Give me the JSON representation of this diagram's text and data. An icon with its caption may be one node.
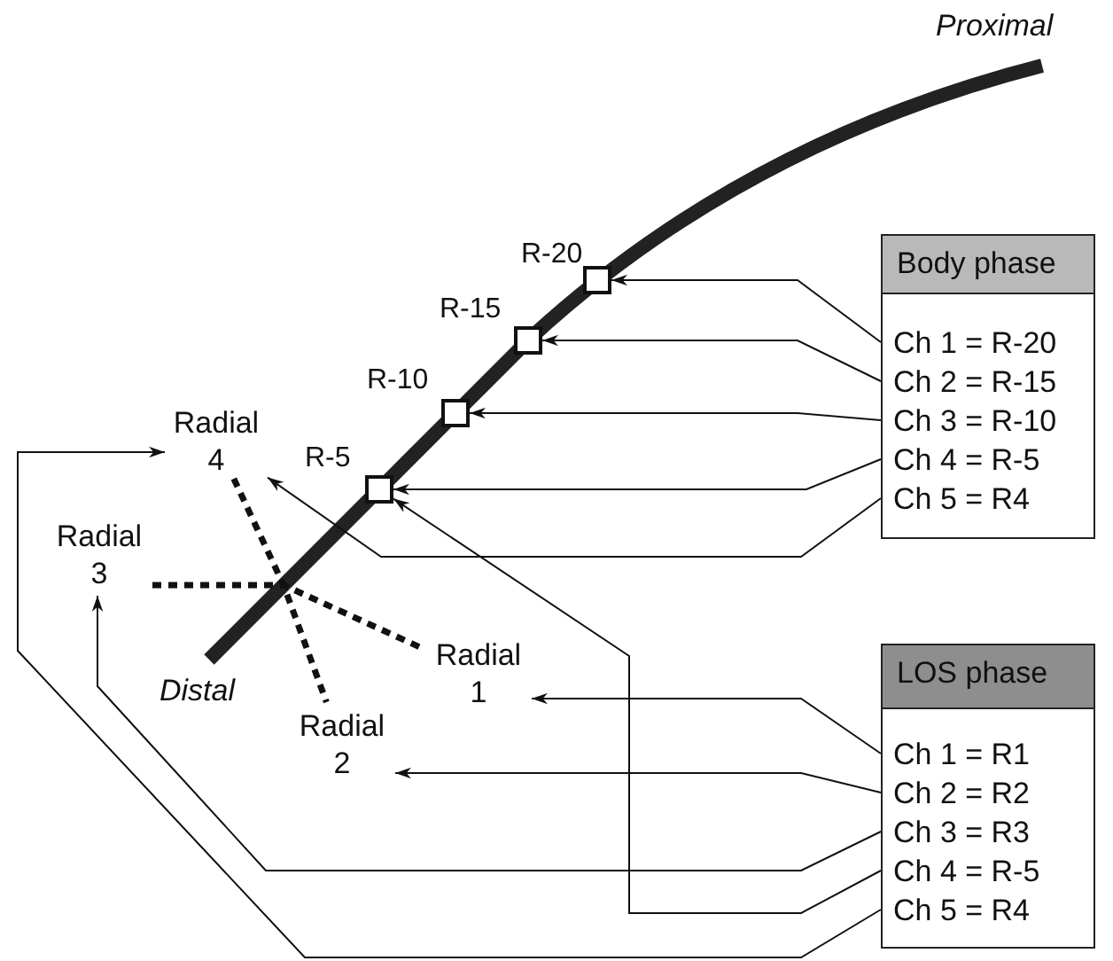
{
  "diagram": {
    "nodes": [
      {
        "text": [],
        "shape": "box",
        "beside": [
          "R-20"
        ]
      },
      {
        "text": [],
        "shape": "box",
        "beside": [
          "R-15"
        ]
      },
      {
        "text": [],
        "shape": "box",
        "beside": [
          "R-10"
        ]
      },
      {
        "text": [
          "Radial 4"
        ]
      },
      {
        "text": [],
        "shape": "box",
        "beside": [
          "R-5"
        ]
      },
      {
        "text": [
          "Radial 3"
        ]
      },
      {
        "text": [
          "Radial 1"
        ]
      },
      {
        "text": [
          "Radial 2"
        ]
      },
      {
        "text": [
          "Body phase"
        ]
      },
      {
        "text": [
          "Ch 1 = R-20"
        ],
        "in": 8
      },
      {
        "text": [
          "Ch 2 = R-15"
        ],
        "in": 8
      },
      {
        "text": [
          "Ch 3 = R-10"
        ],
        "in": 8
      },
      {
        "text": [
          "Ch 4 = R-5"
        ],
        "in": 8
      },
      {
        "text": [
          "Ch 5 = R4"
        ],
        "in": 8
      },
      {
        "text": [
          "LOS phase"
        ]
      },
      {
        "text": [
          "Ch 1 = R1"
        ],
        "in": 14
      },
      {
        "text": [
          "Ch 2 = R2"
        ],
        "in": 14
      },
      {
        "text": [
          "Ch 3 = R3"
        ],
        "in": 14
      },
      {
        "text": [
          "Ch 4 = R-5"
        ],
        "in": 14
      },
      {
        "text": [
          "Ch 5 = R4"
        ],
        "in": 14
      }
    ],
    "edges": [
      {
        "from": 9,
        "to": 0,
        "arrow": "to"
      },
      {
        "from": 10,
        "to": 1,
        "arrow": "to"
      },
      {
        "from": 11,
        "to": 2,
        "arrow": "to"
      },
      {
        "from": 12,
        "to": 4,
        "arrow": "to"
      },
      {
        "from": 13,
        "to": 3,
        "arrow": "to"
      },
      {
        "from": 15,
        "to": 6,
        "arrow": "to"
      },
      {
        "from": 16,
        "to": 7,
        "arrow": "to"
      },
      {
        "from": 17,
        "to": 5,
        "arrow": "to"
      },
      {
        "from": 18,
        "to": 4,
        "arrow": "to"
      },
      {
        "from": 19,
        "to": 3,
        "arrow": "to"
      },
      {
        "from": 3,
        "to": 7,
        "arrow": "none",
        "style": "dashed"
      },
      {
        "from": 5,
        "to": 6,
        "arrow": "none",
        "style": "dashed"
      }
    ],
    "labels": [
      "Proximal",
      "Distal"
    ]
  }
}
